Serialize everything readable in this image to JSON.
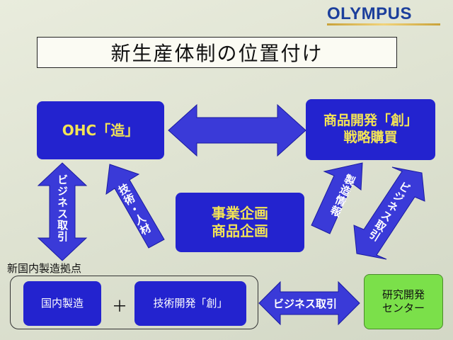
{
  "logo": {
    "text": "OLYMPUS"
  },
  "title": "新生産体制の位置付け",
  "boxes": {
    "ohc": "OHC「造」",
    "marketing_line1": "商品開発「創」",
    "marketing_line2": "戦略購買",
    "planning_line1": "事業企画",
    "planning_line2": "商品企画",
    "domestic": "国内製造",
    "tech_dev": "技術開発「創」",
    "rnd_line1": "研究開発",
    "rnd_line2": "センター"
  },
  "section_label": "新国内製造拠点",
  "plus": "＋",
  "arrow_labels": {
    "biz_transactions_left": "ビジネス取引",
    "tech_people": "技術・人材",
    "manufacturing_info": "製造情報",
    "biz_transactions_right": "ビジネス取引",
    "biz_transactions_bottom": "ビジネス取引"
  },
  "colors": {
    "box_fill": "#2323cf",
    "box_text": "#f3e455",
    "arrow_fill": "#3a3ad8",
    "rnd_fill": "#7be04a",
    "logo": "#1c3f9c"
  }
}
